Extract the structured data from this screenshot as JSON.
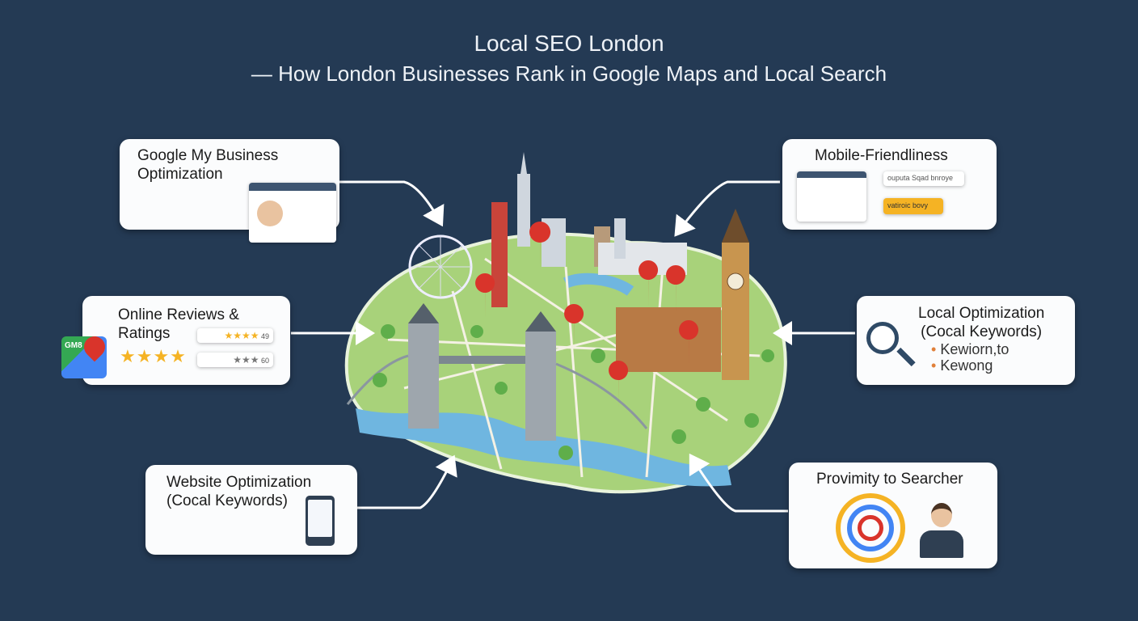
{
  "header": {
    "title": "Local SEO London",
    "subtitle": "— How London Businesses Rank in Google Maps and Local Search"
  },
  "cards": {
    "gmb": {
      "title_line1": "Google My Business",
      "title_line2": "Optimization"
    },
    "mobile": {
      "title": "Mobile-Friendliness",
      "chip1": "ouputa Sqad bnroye",
      "chip2": "vatiroic bovy"
    },
    "reviews": {
      "title_line1": "Online Reviews &",
      "title_line2": "Ratings",
      "logo_text": "GM8",
      "count1": "49",
      "count2": "60"
    },
    "local": {
      "title_line1": "Local Optimization",
      "title_line2": "(Cocal Keywords)",
      "bullets": [
        "Kewiorn,to",
        "Kewong"
      ]
    },
    "website": {
      "title_line1": "Website Optimization",
      "title_line2": "(Cocal Keywords)"
    },
    "proximity": {
      "title": "Provimity to Searcher"
    }
  },
  "colors": {
    "background": "#243a54",
    "card": "#fbfcfd",
    "pin": "#d9342b",
    "map_green": "#a8d27a",
    "river": "#6fb6e0",
    "star": "#f5b324"
  }
}
